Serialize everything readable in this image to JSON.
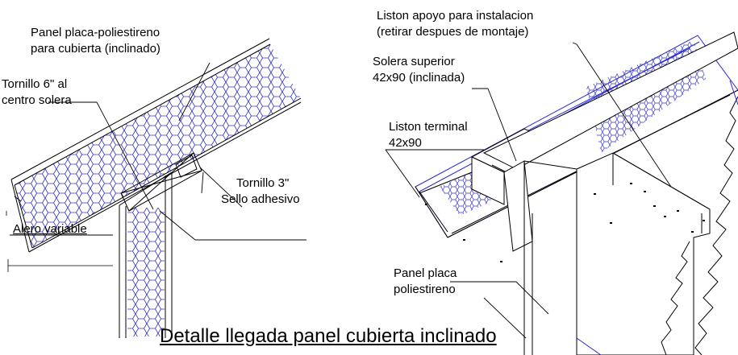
{
  "labels": {
    "panel_cubierta": [
      "Panel placa-poliestireno",
      "para cubierta (inclinado)"
    ],
    "tornillo_6": [
      "Tornillo 6\" al",
      "centro solera"
    ],
    "tornillo_3": "Tornillo 3\"",
    "sello": "Sello adhesivo",
    "alero": "Alero variable",
    "liston_apoyo": [
      "Liston apoyo para instalacion",
      "(retirar despues de montaje)"
    ],
    "solera_superior": [
      "Solera superior",
      "42x90 (inclinada)"
    ],
    "liston_terminal": [
      "Liston terminal",
      "42x90"
    ],
    "panel_placa": [
      "Panel placa",
      "poliestireno"
    ]
  },
  "title": "Detalle llegada panel cubierta inclinado",
  "colors": {
    "line": "#000000",
    "fill": "#3333cc",
    "edge": "#2a2ad0"
  }
}
